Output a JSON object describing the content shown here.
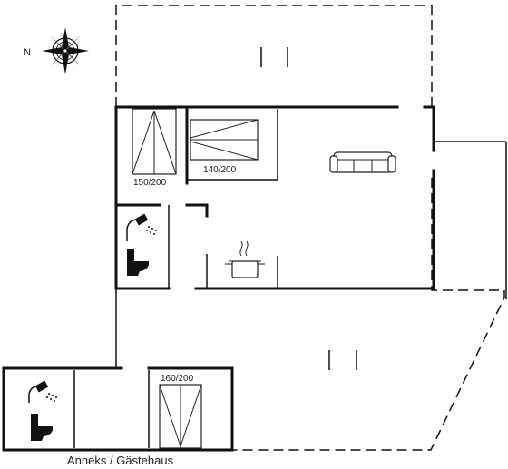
{
  "compass": {
    "north_label": "N"
  },
  "beds": [
    {
      "key": "bed-1",
      "label": "150/200"
    },
    {
      "key": "bed-2",
      "label": "140/200"
    },
    {
      "key": "bed-3",
      "label": "160/200"
    }
  ],
  "annex": {
    "caption": "Anneks / Gästehaus"
  },
  "icons": [
    "compass-rose-icon",
    "shower-icon",
    "toilet-icon",
    "sofa-icon",
    "cooking-pot-icon",
    "bed-icon"
  ],
  "colors": {
    "lines": "#111111",
    "background": "#ffffff"
  }
}
